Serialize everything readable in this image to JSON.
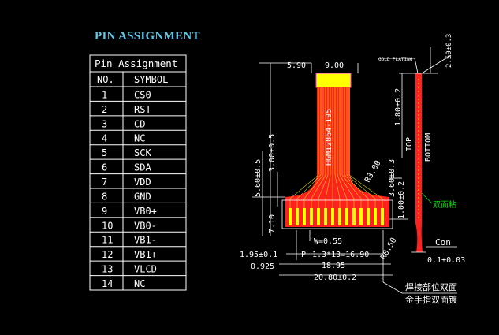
{
  "title": "PIN ASSIGNMENT",
  "table": {
    "caption": "Pin Assignment",
    "headers": [
      "NO.",
      "SYMBOL"
    ],
    "rows": [
      [
        "1",
        "CS0"
      ],
      [
        "2",
        "RST"
      ],
      [
        "3",
        "CD"
      ],
      [
        "4",
        "NC"
      ],
      [
        "5",
        "SCK"
      ],
      [
        "6",
        "SDA"
      ],
      [
        "7",
        "VDD"
      ],
      [
        "8",
        "GND"
      ],
      [
        "9",
        "VB0+"
      ],
      [
        "10",
        "VB0-"
      ],
      [
        "11",
        "VB1-"
      ],
      [
        "12",
        "VB1+"
      ],
      [
        "13",
        "VLCD"
      ],
      [
        "14",
        "NC"
      ]
    ]
  },
  "drawing": {
    "part_number": "HGM12864-195",
    "dims": {
      "d_590": "5.90",
      "d_900": "9.00",
      "gold_plating": "GOLD PLATING",
      "d_250": "2.50±0.3",
      "d_180": "1.80±0.2",
      "top": "TOP",
      "bottom": "BOTTOM",
      "d_560": "5.60±0.5",
      "d_300": "3.00±0.5",
      "d_710": "7.10",
      "r300": "R3.00",
      "d_360": "3.60±0.3",
      "d_100": "1.00±0.2",
      "w055": "W=0.55",
      "r050": "R0.50",
      "d_195": "1.95±0.1",
      "p": "P",
      "pitch": "1.3*13=16.90",
      "d_0925": "0.925",
      "d_1895": "18.95",
      "d_2080": "20.80±0.2",
      "d_01": "0.1±0.03",
      "double_side_tape": "双面粘",
      "con": "Con",
      "note1": "焊接部位双面",
      "note2": "金手指双面镀"
    }
  },
  "colors": {
    "title": "#5fc8e8",
    "red": "#ff2020",
    "yellow": "#ffff00",
    "magenta": "#ff30ff",
    "green": "#00e000",
    "white": "#ffffff"
  }
}
